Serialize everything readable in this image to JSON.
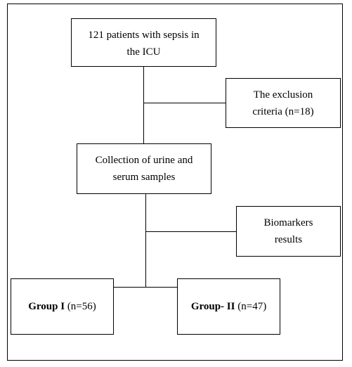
{
  "diagram": {
    "nodes": {
      "patients": {
        "line1": "121 patients with sepsis in",
        "line2": "the ICU"
      },
      "exclusion": {
        "line1": "The exclusion",
        "line2": "criteria (n=18)"
      },
      "collection": {
        "line1": "Collection of urine and",
        "line2": "serum samples"
      },
      "biomarkers": {
        "line1": "Biomarkers",
        "line2": "results"
      },
      "group1": {
        "label": "Group I",
        "count": " (n=56)"
      },
      "group2": {
        "label": "Group- II",
        "count": " (n=47)"
      }
    },
    "edges": [
      {
        "from": "patients",
        "to": "collection"
      },
      {
        "from": "patients",
        "to": "exclusion"
      },
      {
        "from": "collection",
        "to": "biomarkers"
      },
      {
        "from": "collection",
        "to": "group1"
      },
      {
        "from": "collection",
        "to": "group2"
      }
    ]
  }
}
